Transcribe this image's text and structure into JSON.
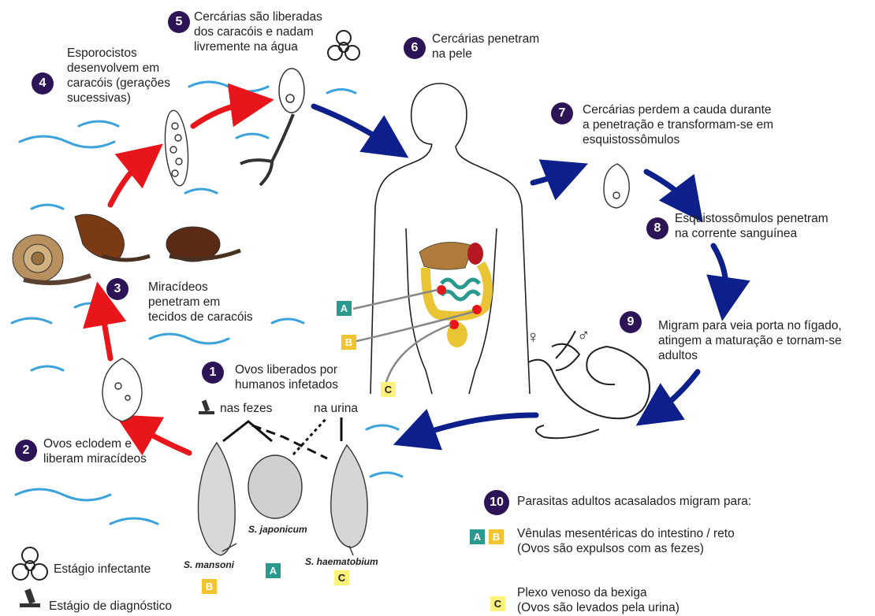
{
  "steps": {
    "s1": {
      "num": "1",
      "text1": "Ovos liberados por",
      "text2": "humanos infetados"
    },
    "s2": {
      "num": "2",
      "text1": "Ovos eclodem e",
      "text2": "liberam miracídeos"
    },
    "s3": {
      "num": "3",
      "text1": "Miracídeos",
      "text2": "penetram em",
      "text3": "tecidos de caracóis"
    },
    "s4": {
      "num": "4",
      "text1": "Esporocistos",
      "text2": "desenvolvem em",
      "text3": "caracóis (gerações",
      "text4": "sucessivas)"
    },
    "s5": {
      "num": "5",
      "text1": "Cercárias são liberadas",
      "text2": "dos caracóis e nadam",
      "text3": "livremente na água"
    },
    "s6": {
      "num": "6",
      "text1": "Cercárias penetram",
      "text2": "na pele"
    },
    "s7": {
      "num": "7",
      "text1": "Cercárias perdem a cauda durante",
      "text2": "a penetração e transformam-se em",
      "text3": "esquistossômulos"
    },
    "s8": {
      "num": "8",
      "text1": "Esquistossômulos penetram",
      "text2": "na corrente sanguínea"
    },
    "s9": {
      "num": "9",
      "text1": "Migram para veia porta no fígado,",
      "text2": "atingem a maturação e tornam-se",
      "text3": "adultos"
    },
    "s10": {
      "num": "10",
      "text1": "Parasitas adultos acasalados migram para:"
    }
  },
  "feces_label": "nas fezes",
  "urine_label": "na urina",
  "species": {
    "mansoni": "S. mansoni",
    "japonicum": "S. japonicum",
    "haematobium": "S. haematobium"
  },
  "letters": {
    "a": "A",
    "b": "B",
    "c": "C"
  },
  "sex": {
    "female": "♀",
    "male": "♂"
  },
  "destinations": {
    "ab_line1": "Vênulas mesentéricas do intestino / reto",
    "ab_line2": "(Ovos são expulsos com as fezes)",
    "c_line1": "Plexo venoso da bexiga",
    "c_line2": "(Ovos são levados pela urina)"
  },
  "legend": {
    "infective": "Estágio infectante",
    "diagnostic": "Estágio de diagnóstico"
  },
  "icons": [
    "biohazard-icon",
    "microscope-icon"
  ],
  "colors": {
    "badge": "#2d1457",
    "arrow_red": "#e8161b",
    "arrow_blue": "#0d1f8a",
    "box_a": "#2a9a8f",
    "box_b": "#f4c430",
    "box_c": "#fff27a",
    "water": "#3aa3dd"
  }
}
